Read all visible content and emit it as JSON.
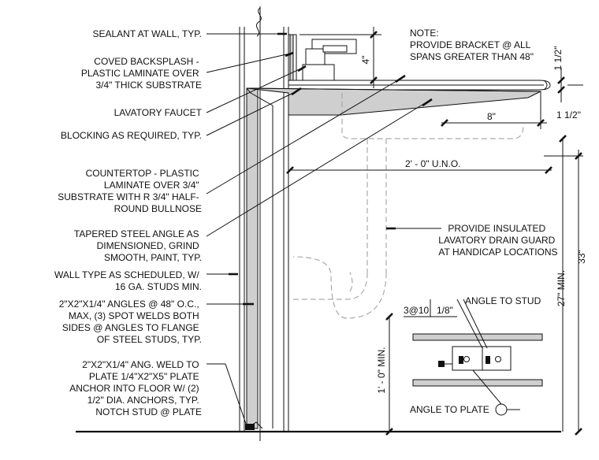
{
  "callouts": {
    "sealant": "SEALANT AT WALL, TYP.",
    "backsplash": [
      "COVED BACKSPLASH -",
      "PLASTIC LAMINATE OVER",
      "3/4\" THICK SUBSTRATE"
    ],
    "faucet": "LAVATORY FAUCET",
    "blocking": "BLOCKING AS REQUIRED, TYP.",
    "countertop": [
      "COUNTERTOP - PLASTIC",
      "LAMINATE OVER 3/4\"",
      "SUBSTRATE WITH R 3/4\" HALF-",
      "ROUND BULLNOSE"
    ],
    "angle": [
      "TAPERED STEEL ANGLE AS",
      "DIMENSIONED, GRIND",
      "SMOOTH, PAINT, TYP."
    ],
    "wall": [
      "WALL TYPE AS SCHEDULED, W/",
      "16 GA. STUDS MIN."
    ],
    "angles48": [
      "2\"X2\"X1/4\" ANGLES @ 48\" O.C.,",
      "MAX, (3) SPOT WELDS BOTH",
      "SIDES @ ANGLES TO FLANGE",
      "OF STEEL STUDS, TYP."
    ],
    "plate": [
      "2\"X2\"X1/4\" ANG. WELD TO",
      "PLATE 1/4\"X2\"X5\" PLATE",
      "ANCHOR INTO FLOOR W/ (2)",
      "1/2\" DIA. ANCHORS, TYP.",
      "NOTCH STUD @ PLATE"
    ]
  },
  "note": [
    "NOTE:",
    "PROVIDE BRACKET @ ALL",
    "SPANS GREATER THAN 48\""
  ],
  "drain_guard": [
    "PROVIDE INSULATED",
    "LAVATORY DRAIN GUARD",
    "AT HANDICAP LOCATIONS"
  ],
  "details": {
    "angle_to_stud": "ANGLE TO STUD",
    "angle_to_plate": "ANGLE TO PLATE",
    "weld_symbol": "3@10",
    "weld_size": "1/8\""
  },
  "dimensions": {
    "backsplash_height": "4\"",
    "top_thickness": "1 1/2\"",
    "edge_depth": "1 1/2\"",
    "bowl_setback": "8\"",
    "depth": "2' - 0\"  U.N.O.",
    "knee_clearance": "27\" MIN.",
    "overall_height": "33\"",
    "toe_clearance": "1' - 0\" MIN."
  }
}
